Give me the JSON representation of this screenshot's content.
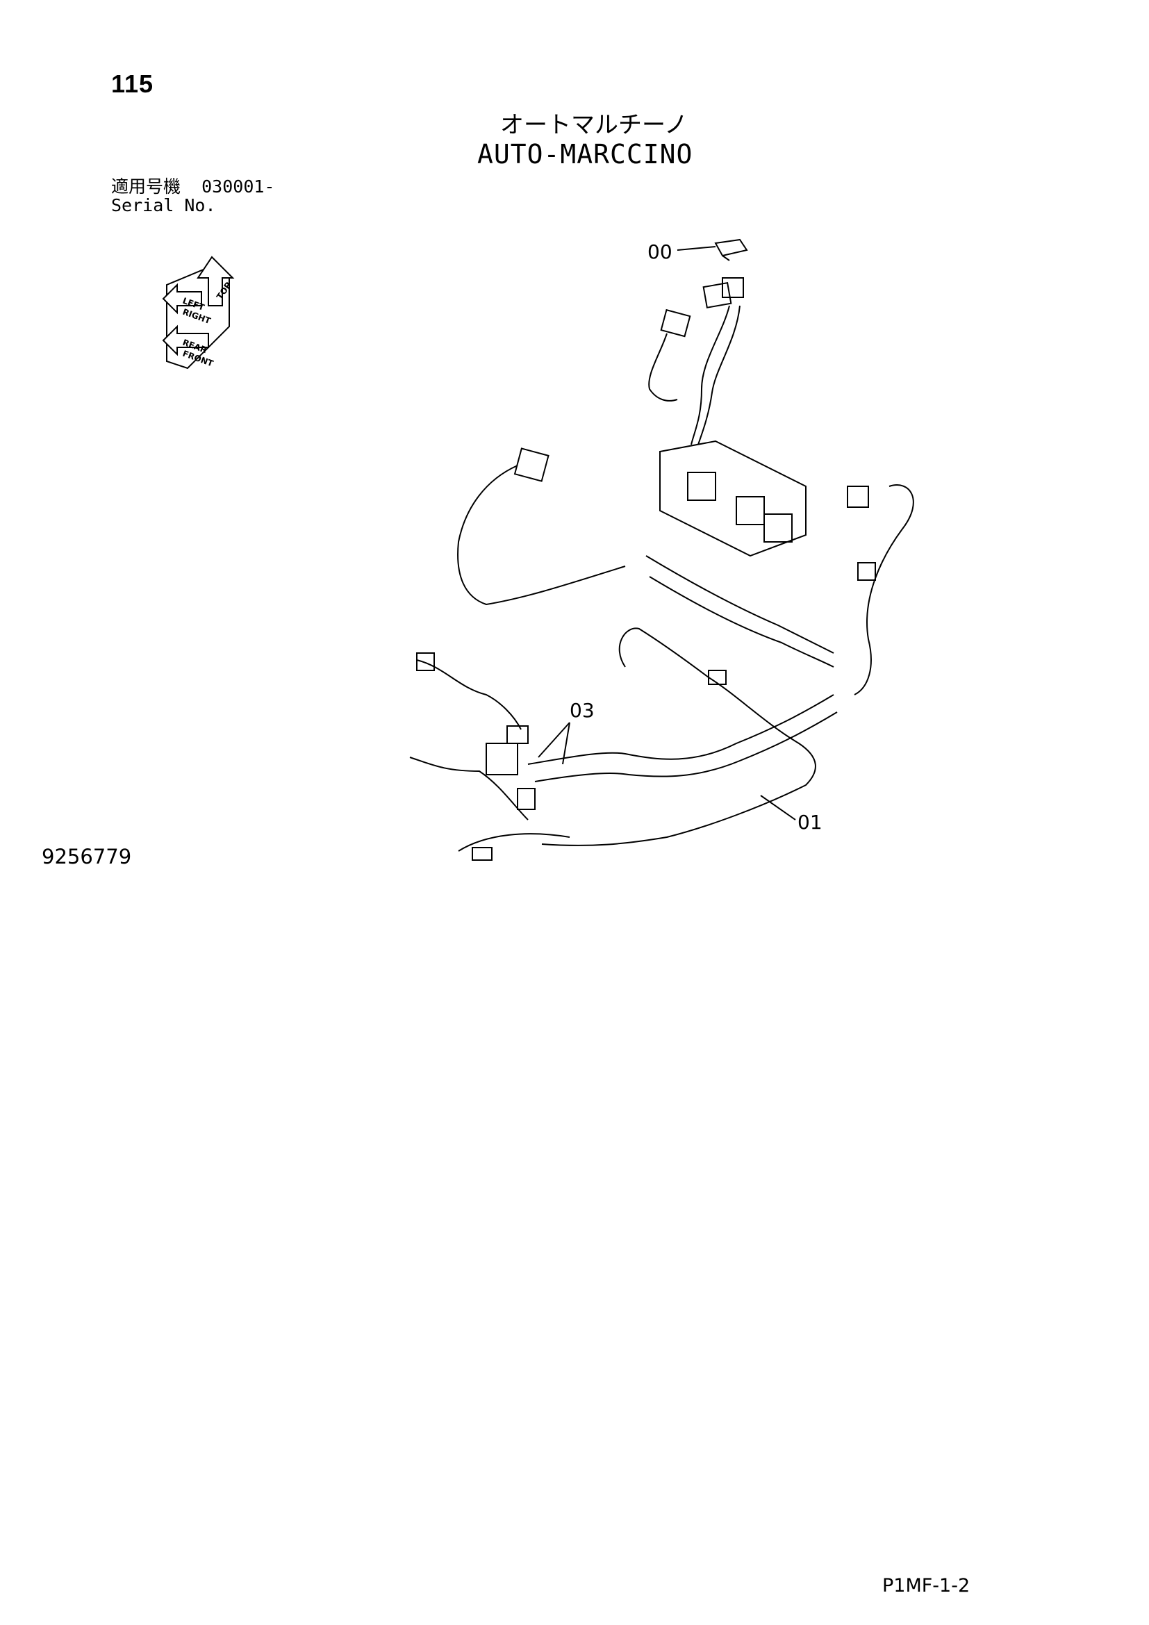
{
  "header": {
    "page_number": "115",
    "title_jp": "オートマルチーノ",
    "title_en": "AUTO-MARCCINO"
  },
  "serial": {
    "label_jp": "適用号機",
    "value": "030001-",
    "label_en": "Serial No."
  },
  "orientation_indicator": {
    "labels": [
      "TOP",
      "LEFT",
      "RIGHT",
      "REAR",
      "FRONT"
    ]
  },
  "callouts": [
    {
      "id": "callout-00",
      "label": "00"
    },
    {
      "id": "callout-03",
      "label": "03"
    },
    {
      "id": "callout-01",
      "label": "01"
    }
  ],
  "footer": {
    "drawing_number": "9256779",
    "page_code": "P1MF-1-2"
  }
}
